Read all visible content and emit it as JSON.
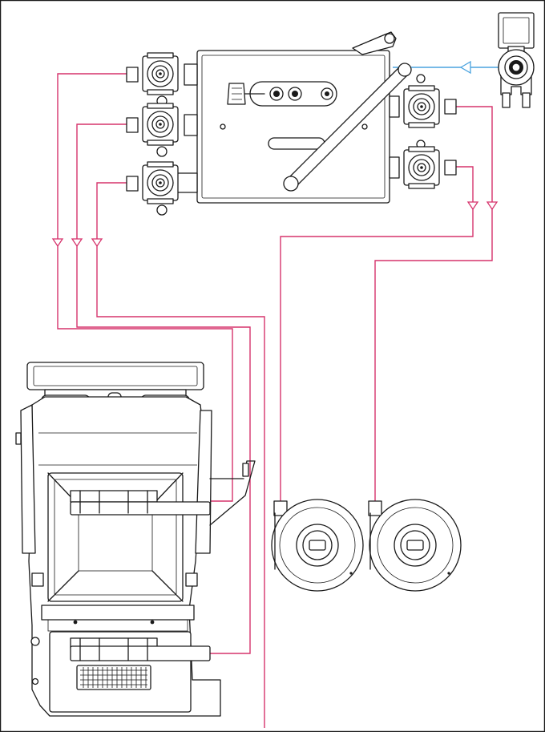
{
  "diagram": {
    "colors": {
      "background": "#ffffff",
      "line_art": "#1a1a1a",
      "hose_lines": "#d6336c",
      "supply_line": "#4aa3df"
    },
    "components": [
      "main-block",
      "manifold-valve-1",
      "manifold-valve-2",
      "manifold-valve-3",
      "side-valve-1",
      "side-valve-2",
      "supply-connector",
      "lever-arm",
      "rotary-selector",
      "cylinder-1",
      "cylinder-2",
      "chair-mechanism"
    ],
    "connections": [
      {
        "from": "supply-connector",
        "to": "main-block",
        "line": "supply"
      },
      {
        "from": "manifold-valve-1",
        "to": "chair-mechanism",
        "line": "hose"
      },
      {
        "from": "manifold-valve-2",
        "to": "chair-mechanism",
        "line": "hose"
      },
      {
        "from": "manifold-valve-3",
        "to": "chair-mechanism",
        "line": "hose"
      },
      {
        "from": "side-valve-1",
        "to": "cylinder-2",
        "line": "hose"
      },
      {
        "from": "side-valve-2",
        "to": "cylinder-1",
        "line": "hose"
      }
    ]
  }
}
